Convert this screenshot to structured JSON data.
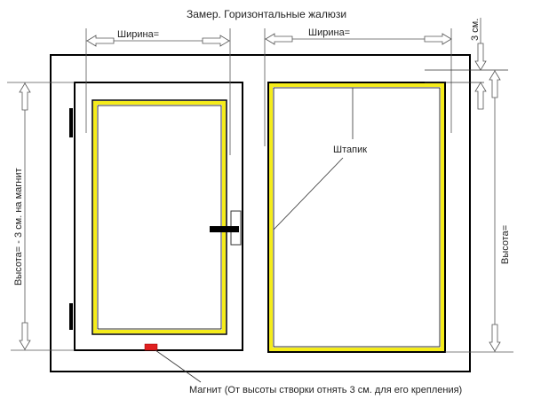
{
  "title": "Замер. Горизонтальные жалюзи",
  "labels": {
    "width_left": "Ширина=",
    "width_right": "Ширина=",
    "offset_top": "3 см.",
    "height_left": "Высота= - 3 см. на магнит",
    "height_right": "Высота=",
    "glazing_bead": "Штапик",
    "magnet_note": "Магнит  (От высоты створки отнять 3 см. для его крепления)"
  },
  "colors": {
    "frame": "#000000",
    "glazing_bead": "#f5ec1a",
    "magnet": "#e02020",
    "dimension_line": "#555555"
  },
  "elements": {
    "outer_frame": "window-frame",
    "left_sash": "opening-sash",
    "right_pane": "fixed-pane",
    "handle": "window-handle",
    "hinges": [
      "top-hinge",
      "bottom-hinge"
    ],
    "magnet": "magnet"
  }
}
